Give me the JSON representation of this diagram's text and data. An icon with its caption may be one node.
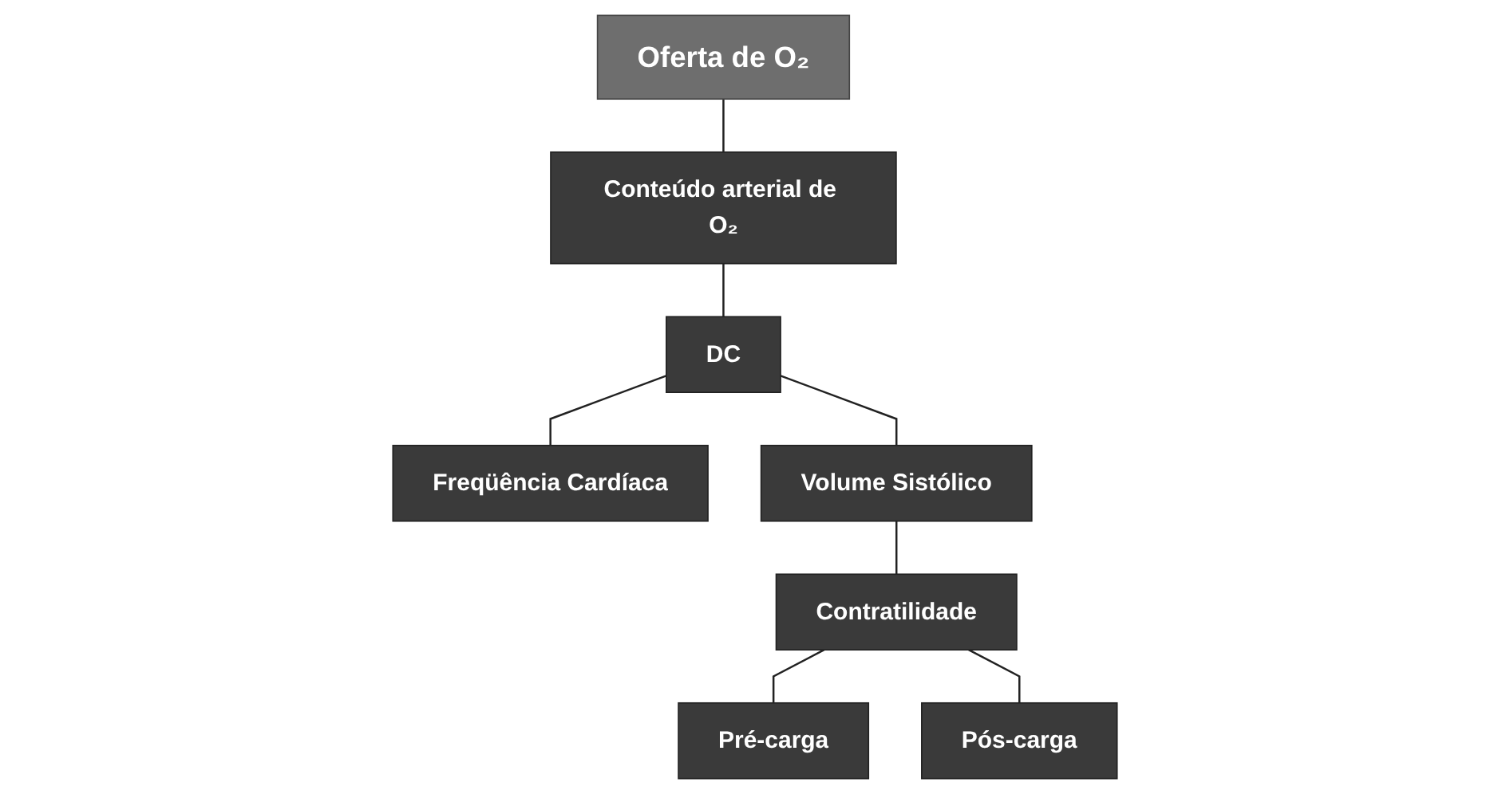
{
  "diagram": {
    "nodes": [
      {
        "text": [
          "Oferta de O₂"
        ]
      },
      {
        "text": [
          "DC"
        ]
      },
      {
        "text": [
          "Conteúdo arterial de O₂"
        ]
      },
      {
        "text": [
          "Freqüência Cardíaca"
        ]
      },
      {
        "text": [
          "Volume Sistólico"
        ]
      },
      {
        "text": [
          "Pré-carga"
        ]
      },
      {
        "text": [
          "Contratilidade"
        ]
      },
      {
        "text": [
          "Pós-carga"
        ]
      }
    ],
    "edges": [
      {
        "from": 0,
        "to": 2,
        "arrow": "none"
      },
      {
        "from": 2,
        "to": 1,
        "arrow": "none"
      },
      {
        "from": 1,
        "to": 3,
        "arrow": "none"
      },
      {
        "from": 1,
        "to": 4,
        "arrow": "none"
      },
      {
        "from": 4,
        "to": 6,
        "arrow": "none"
      },
      {
        "from": 6,
        "to": 5,
        "arrow": "none"
      },
      {
        "from": 6,
        "to": 7,
        "arrow": "none"
      }
    ]
  }
}
